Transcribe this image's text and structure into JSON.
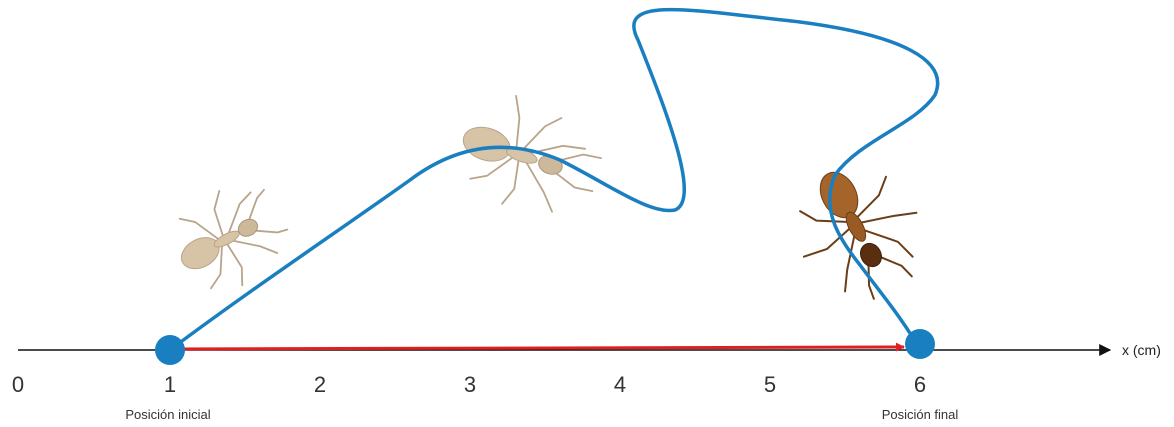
{
  "axis": {
    "label": "x (cm)",
    "ticks": [
      "0",
      "1",
      "2",
      "3",
      "4",
      "5",
      "6"
    ]
  },
  "positions": {
    "initial": {
      "value": 1,
      "label": "Posición inicial"
    },
    "final": {
      "value": 6,
      "label": "Posición final"
    }
  },
  "colors": {
    "path": "#1a7fc1",
    "displacement": "#e02020",
    "marker": "#1a7fc1",
    "axis": "#111111",
    "ant_light": "#d7c3a6",
    "ant_dark": "#a4642a"
  },
  "icons": [
    "ant-icon-light",
    "ant-icon-light",
    "ant-icon-brown"
  ]
}
